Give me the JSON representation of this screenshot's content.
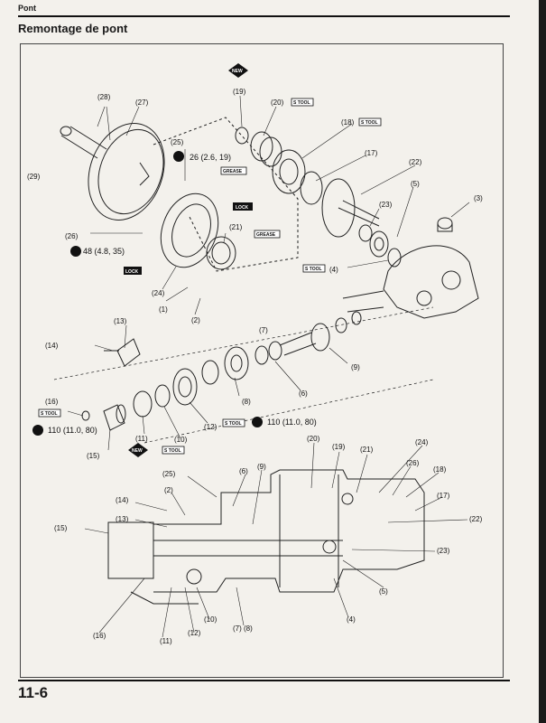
{
  "header": {
    "section": "Pont",
    "title": "Remontage de pont",
    "page_number": "11-6"
  },
  "exploded": {
    "labels": [
      "(19)",
      "(20)",
      "(28)",
      "(27)",
      "(18)",
      "(17)",
      "(25)",
      "(22)",
      "(29)",
      "(5)",
      "(23)",
      "(3)",
      "(21)",
      "(26)",
      "(4)",
      "(24)",
      "(1)",
      "(2)",
      "(13)",
      "(7)",
      "(14)",
      "(9)",
      "(8)",
      "(6)",
      "(16)",
      "(12)",
      "(11)",
      "(10)",
      "(15)"
    ],
    "torques": [
      "26 (2.6, 19)",
      "48 (4.8, 35)",
      "110 (11.0, 80)",
      "110 (11.0, 80)"
    ],
    "tags": {
      "special_tool": "S TOOL",
      "new": "NEW",
      "grease": "GREASE",
      "lock": "LOCK"
    }
  },
  "section_view": {
    "labels": [
      "(20)",
      "(19)",
      "(21)",
      "(24)",
      "(26)",
      "(6)",
      "(9)",
      "(25)",
      "(18)",
      "(2)",
      "(17)",
      "(14)",
      "(22)",
      "(13)",
      "(15)",
      "(23)",
      "(5)",
      "(4)",
      "(10)",
      "(7) (8)",
      "(12)",
      "(11)",
      "(16)"
    ]
  }
}
